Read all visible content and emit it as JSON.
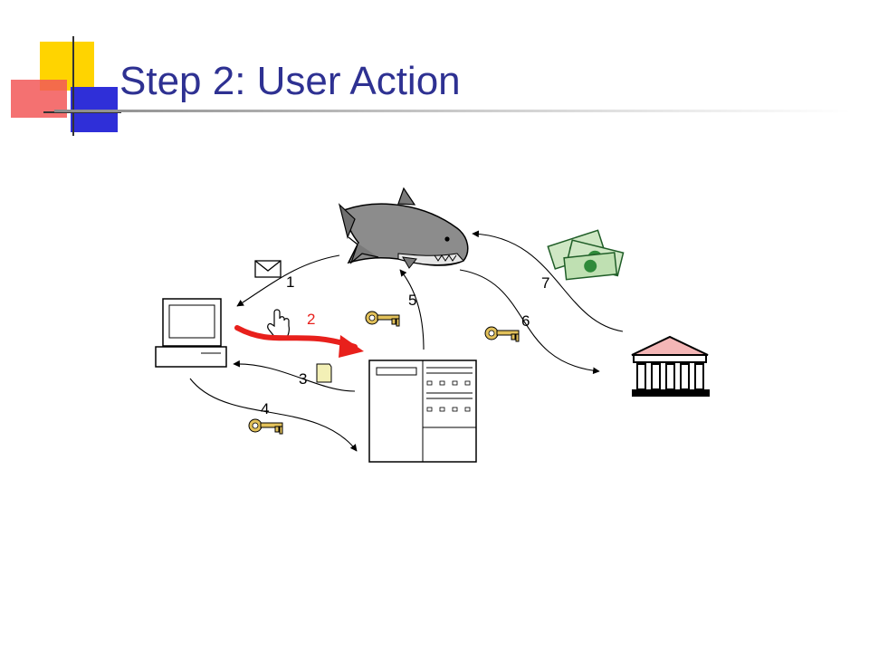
{
  "slide": {
    "title": "Step 2: User Action"
  },
  "diagram": {
    "step_labels": {
      "s1": "1",
      "s2": "2",
      "s3": "3",
      "s4": "4",
      "s5": "5",
      "s6": "6",
      "s7": "7"
    },
    "highlighted_step": "2",
    "icons": {
      "attacker": "shark-icon",
      "user_computer": "computer-icon",
      "website_server": "server-icon",
      "bank": "bank-icon",
      "money": "money-icon",
      "email": "envelope-icon",
      "pointer": "hand-pointer-icon",
      "form": "document-icon",
      "key": "key-icon"
    },
    "colors": {
      "title": "#2e3192",
      "highlight": "#e8201c",
      "key": "#c8a43a",
      "money": "#2f8a3a",
      "bank_roof": "#f4b6b6",
      "shark_body": "#8c8c8c"
    }
  }
}
